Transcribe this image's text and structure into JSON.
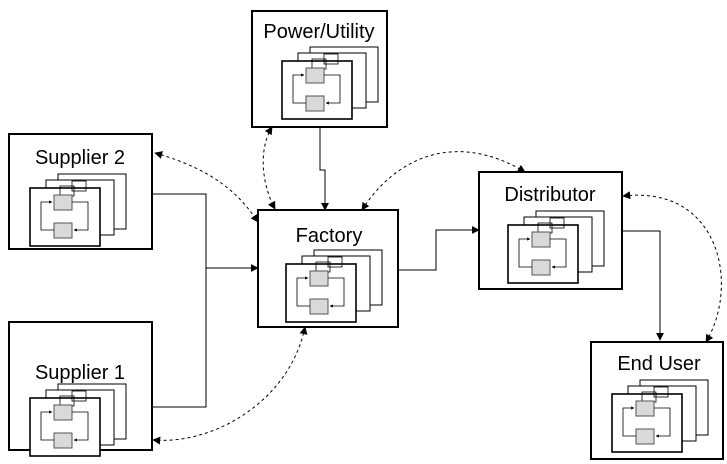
{
  "nodes": {
    "power_utility": {
      "label": "Power/Utility"
    },
    "supplier_2": {
      "label": "Supplier 2"
    },
    "factory": {
      "label": "Factory"
    },
    "distributor": {
      "label": "Distributor"
    },
    "supplier_1": {
      "label": "Supplier 1"
    },
    "end_user": {
      "label": "End User"
    }
  },
  "edges": {
    "material_flow": [
      {
        "from": "supplier_2",
        "to": "factory"
      },
      {
        "from": "supplier_1",
        "to": "factory"
      },
      {
        "from": "power_utility",
        "to": "factory"
      },
      {
        "from": "factory",
        "to": "distributor"
      },
      {
        "from": "distributor",
        "to": "end_user"
      }
    ],
    "information_flow": [
      {
        "between": [
          "supplier_2",
          "factory"
        ]
      },
      {
        "between": [
          "power_utility",
          "factory"
        ]
      },
      {
        "between": [
          "factory",
          "distributor"
        ]
      },
      {
        "between": [
          "factory",
          "supplier_1"
        ]
      },
      {
        "between": [
          "distributor",
          "end_user"
        ]
      }
    ]
  },
  "colors": {
    "stroke": "#000000",
    "background": "#ffffff",
    "block_fill": "#d9d9d9"
  }
}
